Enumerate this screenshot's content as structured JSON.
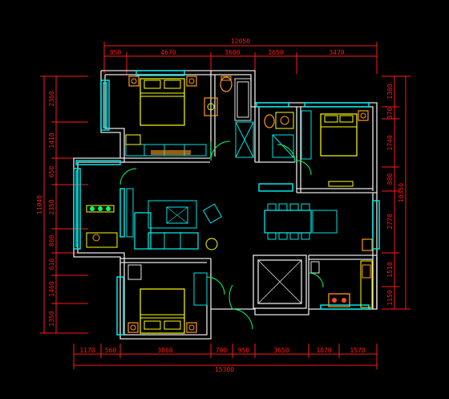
{
  "dims": {
    "top_total": "12050",
    "top_segments": [
      "850",
      "4670",
      "1600",
      "1650",
      "3470"
    ],
    "bottom_total": "15300",
    "bottom_segments": [
      "1170",
      "560",
      "3860",
      "700",
      "950",
      "3650",
      "1070",
      "1570"
    ],
    "left_total": "11040",
    "left_segments": [
      "2360",
      "1410",
      "650",
      "2350",
      "880",
      "610",
      "1460",
      "1350"
    ],
    "right_total": "10350",
    "right_segments": [
      "1360",
      "370",
      "1740",
      "880",
      "2770",
      "1510",
      "1150"
    ]
  },
  "colors": {
    "background": "#000000",
    "dimension": "#ff1a1a",
    "wall": "#e6e6e6",
    "window": "#00e5e5",
    "furniture_main": "#00e5e5",
    "furniture_accent": "#ffff00",
    "fixture": "#ff9a1a",
    "door": "#00ff66"
  }
}
